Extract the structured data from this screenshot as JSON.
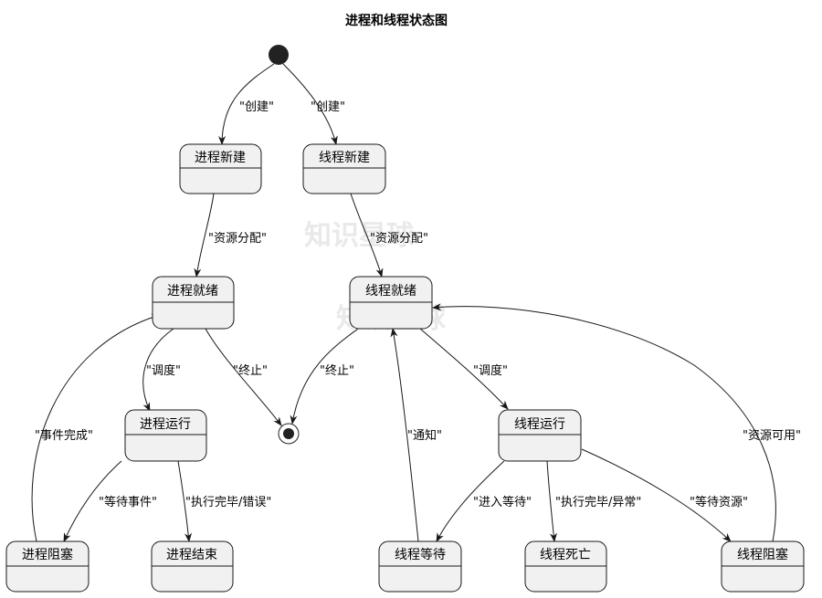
{
  "title": "进程和线程状态图",
  "watermark": "知识星球",
  "states": {
    "proc_new": "进程新建",
    "thread_new": "线程新建",
    "proc_ready": "进程就绪",
    "thread_ready": "线程就绪",
    "proc_run": "进程运行",
    "thread_run": "线程运行",
    "proc_block": "进程阻塞",
    "proc_end": "进程结束",
    "thread_wait": "线程等待",
    "thread_dead": "线程死亡",
    "thread_block": "线程阻塞"
  },
  "transitions": {
    "create_proc": "\"创建\"",
    "create_thread": "\"创建\"",
    "alloc_proc": "\"资源分配\"",
    "alloc_thread": "\"资源分配\"",
    "dispatch_proc": "\"调度\"",
    "dispatch_thread": "\"调度\"",
    "terminate_proc": "\"终止\"",
    "terminate_thread": "\"终止\"",
    "event_done": "\"事件完成\"",
    "wait_event": "\"等待事件\"",
    "exec_done_error": "\"执行完毕/错误\"",
    "notify": "\"通知\"",
    "enter_wait": "\"进入等待\"",
    "exec_done_exception": "\"执行完毕/异常\"",
    "wait_resource": "\"等待资源\"",
    "resource_available": "\"资源可用\""
  },
  "colors": {
    "state_fill": "#f1f1f1",
    "line": "#181818",
    "initial_node": "#222222"
  }
}
